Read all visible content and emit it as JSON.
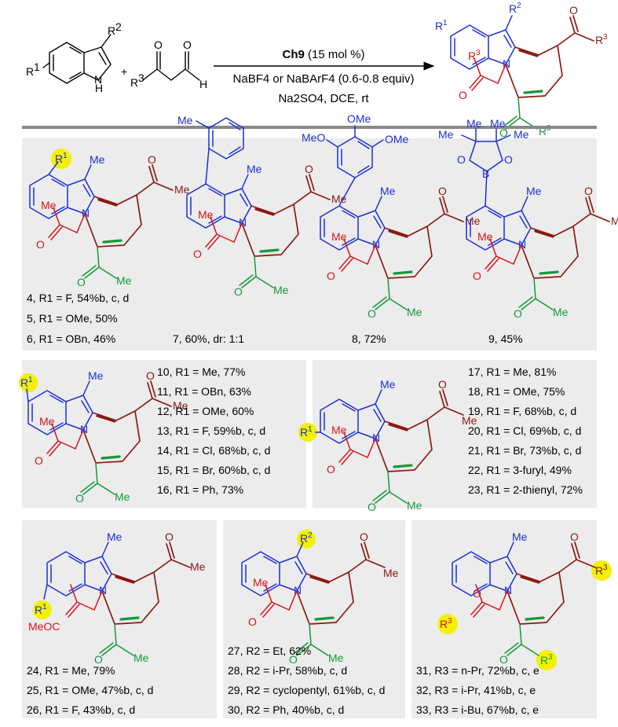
{
  "scheme": {
    "reagent_line1_bold": "Ch9",
    "reagent_line1_rest": " (15 mol %)",
    "reagent_line2": "NaBF4 or NaBArF4 (0.6-0.8 equiv)",
    "reagent_line3": "Na2SO4, DCE,  rt"
  },
  "products": {
    "p4": "4, R1 = F, 54%b, c, d",
    "p5": "5, R1 = OMe, 50%",
    "p6": "6, R1 = OBn, 46%",
    "p7": "7, 60%, dr: 1:1",
    "p8": "8, 72%",
    "p9": "9, 45%",
    "p10": "10, R1 = Me, 77%",
    "p11": "11, R1 = OBn, 63%",
    "p12": "12, R1 = OMe, 60%",
    "p13": "13, R1 = F, 59%b, c, d",
    "p14": "14, R1 = Cl, 68%b, c, d",
    "p15": "15, R1 = Br, 60%b, c, d",
    "p16": "16, R1 = Ph, 73%",
    "p17": "17, R1 = Me, 81%",
    "p18": "18, R1 = OMe, 75%",
    "p19": "19, R1 = F, 68%b, c, d",
    "p20": "20, R1 = Cl, 69%b, c, d",
    "p21": "21, R1 = Br, 73%b, c, d",
    "p22": "22, R1 = 3-furyl, 49%",
    "p23": "23, R1 = 2-thienyl, 72%",
    "p24": "24, R1 = Me, 79%",
    "p25": "25, R1 = OMe, 47%b, c, d",
    "p26": "26, R1 = F, 43%b, c, d",
    "p27": "27, R2 = Et, 62%",
    "p28": "28, R2 = i-Pr, 58%b, c, d",
    "p29": "29, R2 = cyclopentyl, 61%b, c, d",
    "p30": "30, R2 = Ph, 40%b, c, d",
    "p31": "31, R3 = n-Pr, 72%b, c, e",
    "p32": "32, R3 = i-Pr, 41%b, c, e",
    "p33": "33, R3 = i-Bu, 67%b, c, e"
  }
}
